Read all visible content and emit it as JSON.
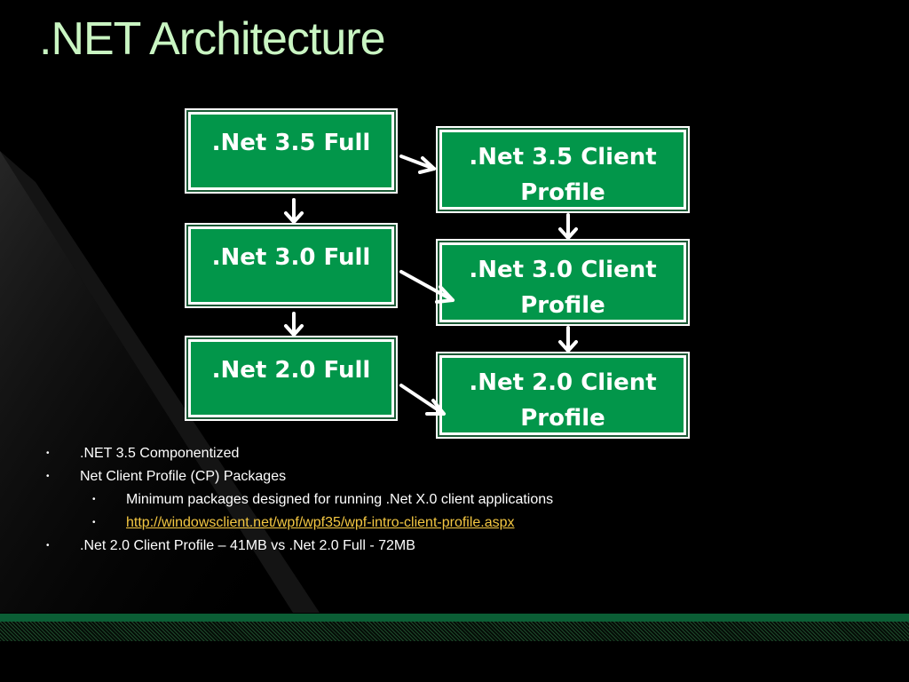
{
  "slide": {
    "title": ".NET Architecture"
  },
  "diagram": {
    "boxes": {
      "full35": ".Net 3.5 Full",
      "full30": ".Net 3.0 Full",
      "full20": ".Net 2.0 Full",
      "client35": [
        ".Net 3.5 Client",
        "Profile"
      ],
      "client30": [
        ".Net 3.0 Client",
        "Profile"
      ],
      "client20": [
        ".Net 2.0 Client",
        "Profile"
      ]
    },
    "colors": {
      "box_fill": "#02964a",
      "box_border": "#ffffff",
      "arrow": "#ffffff"
    }
  },
  "bullets": [
    {
      "level": 1,
      "text": ".NET 3.5 Componentized"
    },
    {
      "level": 1,
      "text": "Net Client Profile (CP) Packages"
    },
    {
      "level": 2,
      "text": "Minimum packages designed for running .Net X.0 client applications"
    },
    {
      "level": 2,
      "text": "http://windowsclient.net/wpf/wpf35/wpf-intro-client-profile.aspx",
      "link": true
    },
    {
      "level": 1,
      "text": ".Net 2.0 Client Profile – 41MB vs .Net 2.0 Full - 72MB"
    }
  ],
  "bullet_glyph": "•",
  "theme": {
    "title_color": "#c9f5c2",
    "link_color": "#f5c842",
    "footer_green": "#0b5e35"
  }
}
